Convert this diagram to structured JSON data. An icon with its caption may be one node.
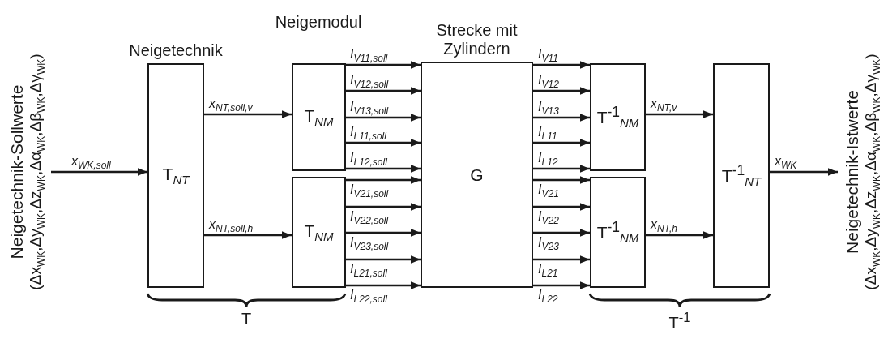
{
  "diagram": {
    "nodes": [
      {
        "text": [
          "Neigetechnik-Sollwerte",
          "(Δx$_{WK}$,Δy$_{WK}$,Δz$_{WK}$,Δα$_{WK}$,Δβ$_{WK}$,Δγ$_{WK}$)"
        ]
      },
      {
        "text": [
          "Neigetechnik",
          "T$_{NT}$"
        ]
      },
      {
        "text": [
          "T$_{NM}$"
        ]
      },
      {
        "text": [
          "T$_{NM}$"
        ]
      },
      {
        "text": [
          "Strecke mit Zylindern",
          "G"
        ]
      },
      {
        "text": [
          "T$^{-1}$$_{NM}$"
        ]
      },
      {
        "text": [
          "T$^{-1}$$_{NM}$"
        ]
      },
      {
        "text": [
          "T$^{-1}$$_{NT}$"
        ]
      },
      {
        "text": [
          "Neigetechnik-Istwerte",
          "(Δx$_{WK}$,Δy$_{WK}$,Δz$_{WK}$,Δα$_{WK}$,Δβ$_{WK}$,Δγ$_{WK}$)"
        ]
      }
    ],
    "edges": [
      {
        "from": 0,
        "to": 1,
        "arrow": "to",
        "label": "x$_{WK,soll}$"
      },
      {
        "from": 1,
        "to": 2,
        "arrow": "to",
        "label": "x$_{NT,soll,v}$"
      },
      {
        "from": 1,
        "to": 3,
        "arrow": "to",
        "label": "x$_{NT,soll,h}$"
      },
      {
        "from": 2,
        "to": 4,
        "arrow": "to",
        "label": "I$_{V11,soll}$"
      },
      {
        "from": 2,
        "to": 4,
        "arrow": "to",
        "label": "I$_{V12,soll}$"
      },
      {
        "from": 2,
        "to": 4,
        "arrow": "to",
        "label": "I$_{V13,soll}$"
      },
      {
        "from": 2,
        "to": 4,
        "arrow": "to",
        "label": "I$_{L11,soll}$"
      },
      {
        "from": 2,
        "to": 4,
        "arrow": "to",
        "label": "I$_{L12,soll}$"
      },
      {
        "from": 3,
        "to": 4,
        "arrow": "to",
        "label": "I$_{V21,soll}$"
      },
      {
        "from": 3,
        "to": 4,
        "arrow": "to",
        "label": "I$_{V22,soll}$"
      },
      {
        "from": 3,
        "to": 4,
        "arrow": "to",
        "label": "I$_{V23,soll}$"
      },
      {
        "from": 3,
        "to": 4,
        "arrow": "to",
        "label": "I$_{L21,soll}$"
      },
      {
        "from": 3,
        "to": 4,
        "arrow": "to",
        "label": "I$_{L22,soll}$"
      },
      {
        "from": 4,
        "to": 5,
        "arrow": "to",
        "label": "I$_{V11}$"
      },
      {
        "from": 4,
        "to": 5,
        "arrow": "to",
        "label": "I$_{V12}$"
      },
      {
        "from": 4,
        "to": 5,
        "arrow": "to",
        "label": "I$_{V13}$"
      },
      {
        "from": 4,
        "to": 5,
        "arrow": "to",
        "label": "I$_{L11}$"
      },
      {
        "from": 4,
        "to": 5,
        "arrow": "to",
        "label": "I$_{L12}$"
      },
      {
        "from": 4,
        "to": 6,
        "arrow": "to",
        "label": "I$_{V21}$"
      },
      {
        "from": 4,
        "to": 6,
        "arrow": "to",
        "label": "I$_{V22}$"
      },
      {
        "from": 4,
        "to": 6,
        "arrow": "to",
        "label": "I$_{V23}$"
      },
      {
        "from": 4,
        "to": 6,
        "arrow": "to",
        "label": "I$_{L21}$"
      },
      {
        "from": 4,
        "to": 6,
        "arrow": "to",
        "label": "I$_{L22}$"
      },
      {
        "from": 5,
        "to": 7,
        "arrow": "to",
        "label": "x$_{NT,v}$"
      },
      {
        "from": 6,
        "to": 7,
        "arrow": "to",
        "label": "x$_{NT,h}$"
      },
      {
        "from": 7,
        "to": 8,
        "arrow": "to",
        "label": "x$_{WK}$"
      }
    ],
    "labels": [
      "Neigemodul",
      "T",
      "T$^{-1}$"
    ]
  }
}
